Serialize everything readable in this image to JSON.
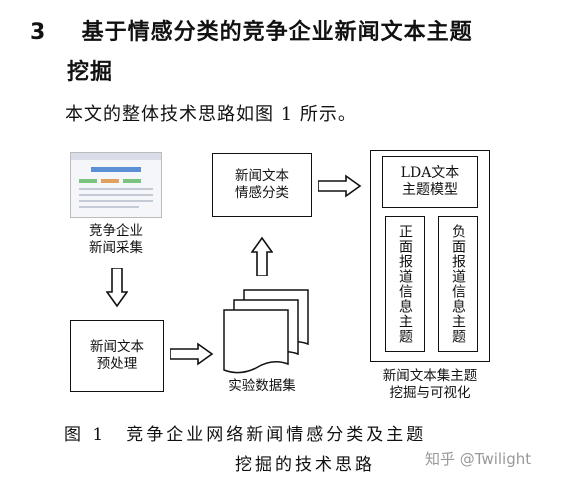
{
  "section": {
    "number": "3",
    "title_line1": "基于情感分类的竞争企业新闻文本主题",
    "title_line2": "挖掘"
  },
  "intro": "本文的整体技术思路如图 1 所示。",
  "diagram": {
    "news_collection": "竞争企业\n新闻采集",
    "preprocessing": "新闻文本\n预处理",
    "dataset": "实验数据集",
    "sentiment_classification": "新闻文本\n情感分类",
    "lda_model": "LDA文本\n主题模型",
    "positive_topics": "正面报道信息主题",
    "negative_topics": "负面报道信息主题",
    "topic_mining": "新闻文本集主题\n挖掘与可视化"
  },
  "caption": {
    "line1": "图 1　竞争企业网络新闻情感分类及主题",
    "line2": "挖掘的技术思路"
  },
  "watermark": "知乎 @Twilight"
}
